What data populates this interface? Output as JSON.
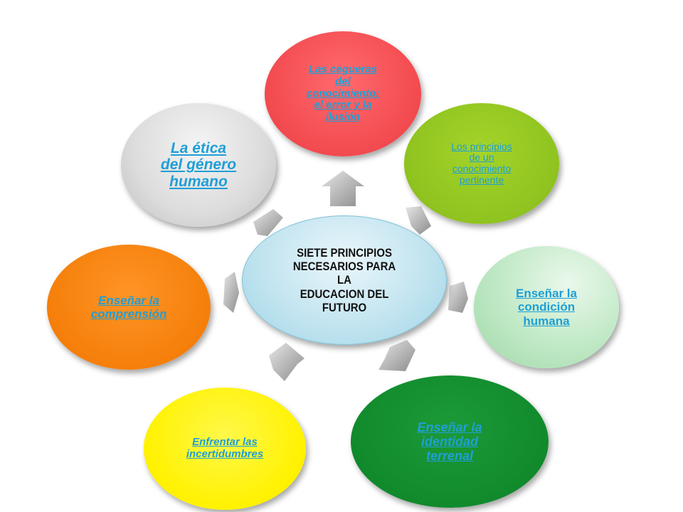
{
  "center": {
    "lines": [
      "SIETE PRINCIPIOS",
      "NECESARIOS PARA",
      "LA",
      "EDUCACION DEL",
      "FUTURO"
    ]
  },
  "nodes": [
    {
      "id": "cegueras",
      "label": [
        "Las cegueras",
        "del",
        "conocimiento:",
        "el error y la",
        "ilusión"
      ],
      "color": "#f24a4f"
    },
    {
      "id": "principios",
      "label": [
        "Los principios",
        "de un",
        "conocimiento",
        "pertinente"
      ],
      "color": "#8fc31f"
    },
    {
      "id": "condicion",
      "label": [
        "Enseñar la",
        "condición",
        "humana"
      ],
      "color": "#b3e3b9"
    },
    {
      "id": "identidad",
      "label": [
        "Enseñar la",
        "identidad",
        "terrenal"
      ],
      "color": "#118a2c"
    },
    {
      "id": "incertidumbres",
      "label": [
        "Enfrentar las",
        "incertidumbres"
      ],
      "color": "#fff200"
    },
    {
      "id": "comprension",
      "label": [
        "Enseñar la",
        "comprensión"
      ],
      "color": "#f57f0a"
    },
    {
      "id": "etica",
      "label": [
        "La ética",
        "del género",
        "humano"
      ],
      "color": "#cfcfcf"
    }
  ]
}
